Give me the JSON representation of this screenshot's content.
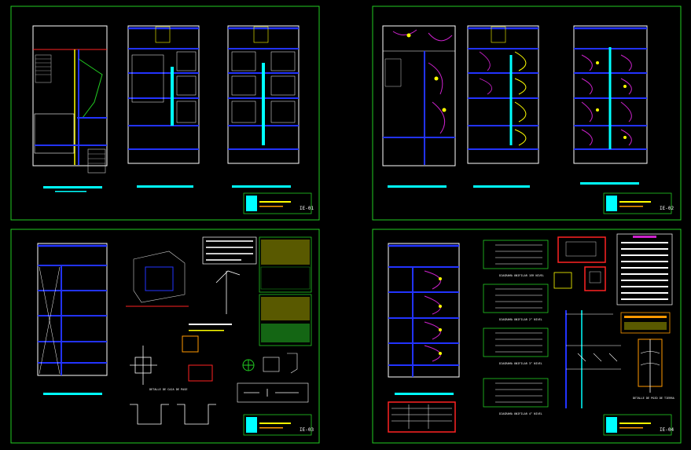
{
  "app": {
    "view": "CAD model space — electrical installation sheets (4 layouts)",
    "background": "#000000"
  },
  "colors": {
    "sheet_border": "#22cc22",
    "wall": "#ffffff",
    "beam": "#2233ff",
    "cyan": "#00ffff",
    "yellow": "#ffff00",
    "red": "#ff2222",
    "magenta": "#cc22cc",
    "green_text": "#33ff33",
    "orange": "#ff9900"
  },
  "sheets": [
    {
      "id": "sheet-1",
      "title_block": "IE-01"
    },
    {
      "id": "sheet-2",
      "title_block": "IE-02"
    },
    {
      "id": "sheet-3",
      "title_block": "IE-03"
    },
    {
      "id": "sheet-4",
      "title_block": "IE-04"
    }
  ],
  "sheet4": {
    "diagram_labels": [
      "DIAGRAMA UNIFILAR 1ER NIVEL",
      "DIAGRAMA UNIFILAR 2° NIVEL",
      "DIAGRAMA UNIFILAR 3° NIVEL",
      "DIAGRAMA UNIFILAR 4° NIVEL"
    ],
    "detail_label": "DETALLE DE POZO DE TIERRA"
  },
  "sheet3": {
    "detail_label": "DETALLE DE CAJA DE PASE"
  }
}
